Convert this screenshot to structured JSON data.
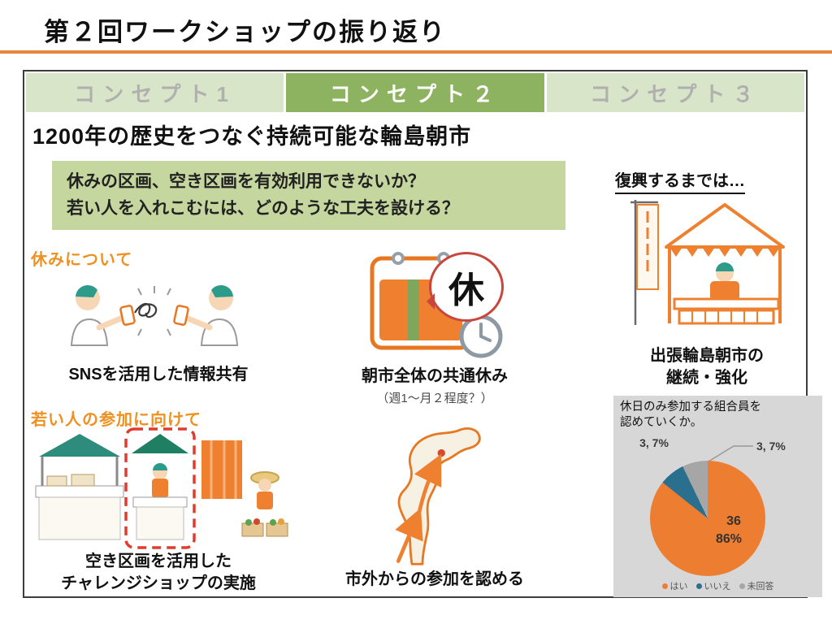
{
  "slide_title": "第２回ワークショップの振り返り",
  "tabs": [
    {
      "label": "コンセプト1",
      "active": false
    },
    {
      "label": "コンセプト２",
      "active": true
    },
    {
      "label": "コンセプト３",
      "active": false
    }
  ],
  "concept": {
    "heading": "1200年の歴史をつなぐ持続可能な輪島朝市",
    "question_line1": "休みの区画、空き区画を有効利用できないか？",
    "question_line2": "若い人を入れこむには、どのような工夫を設ける？"
  },
  "sections": {
    "rest_label": "休みについて",
    "sns_caption": "SNSを活用した情報共有",
    "young_label": "若い人の参加に向けて",
    "challenge_caption_line1": "空き区画を活用した",
    "challenge_caption_line2": "チャレンジショップの実施",
    "holiday_mark": "休",
    "holiday_caption": "朝市全体の共通休み",
    "holiday_note": "（週1〜月２程度？）",
    "map_caption": "市外からの参加を認める",
    "recovery_heading": "復興するまでは…",
    "trip_caption_line1": "出張輪島朝市の",
    "trip_caption_line2": "継続・強化",
    "panel_note_line1": "休日のみ参加する組合員を",
    "panel_note_line2": "認めていくか。"
  },
  "chart_data": {
    "type": "pie",
    "labels": [
      "はい",
      "いいえ",
      "未回答"
    ],
    "values": [
      36,
      3,
      3
    ],
    "percents": [
      86,
      7,
      7
    ],
    "colors": [
      "#ED7D31",
      "#2A6F8E",
      "#A6A6A6"
    ],
    "callouts": {
      "yes_value": "36",
      "yes_pct": "86%",
      "no": "3, 7%",
      "na": "3, 7%"
    },
    "legend_position": "bottom"
  },
  "colors": {
    "accent_orange": "#E8823C",
    "tab_active_green": "#8DB360",
    "tab_inactive_green": "#D9E5C8",
    "bubble_green": "#C5D79E",
    "section_label_orange": "#EE9121",
    "highlight_red": "#E23B2E",
    "panel_gray": "#D7D7D7"
  }
}
